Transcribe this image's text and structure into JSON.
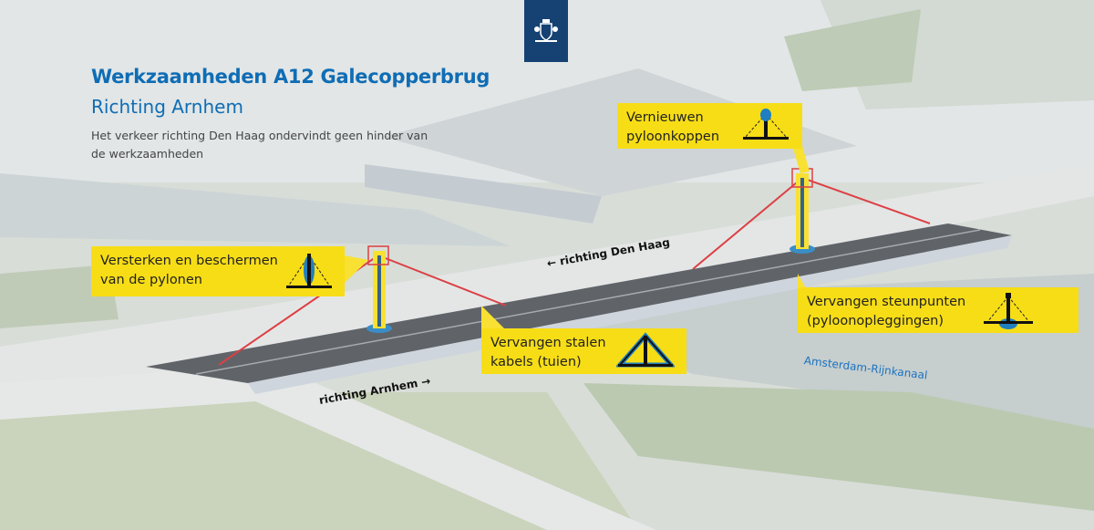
{
  "header": {
    "title": "Werkzaamheden A12 Galecopperbrug",
    "subtitle": "Richting Arnhem",
    "description": "Het verkeer richting Den Haag ondervindt geen hinder van de werkzaamheden"
  },
  "logo": {
    "name": "rijksoverheid-logo",
    "color": "#154273"
  },
  "callouts": [
    {
      "label": "Vernieuwen pyloonkoppen",
      "icon": "pylon-head-icon"
    },
    {
      "label": "Versterken en beschermen van de pylonen",
      "icon": "pylon-strengthen-icon"
    },
    {
      "label": "Vervangen stalen kabels (tuien)",
      "icon": "cables-icon"
    },
    {
      "label": "Vervangen steunpunten (pyloonopleggingen)",
      "icon": "pylon-bearing-icon"
    }
  ],
  "map_labels": {
    "direction_den_haag": "richting Den Haag",
    "direction_arnhem": "richting Arnhem",
    "canal": "Amsterdam-Rijnkanaal"
  },
  "colors": {
    "callout": "#f7dd16",
    "title": "#0f6db5",
    "cable": "#d8262b",
    "bearing": "#1f7fc0"
  }
}
